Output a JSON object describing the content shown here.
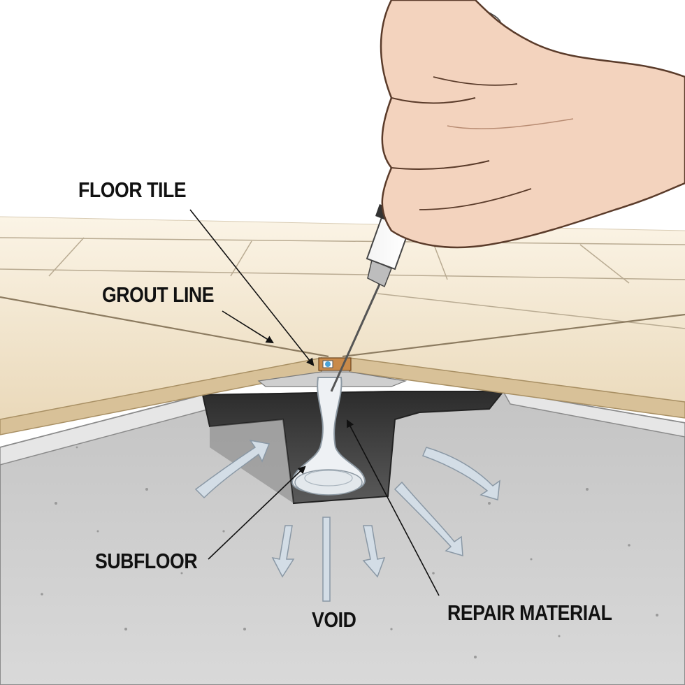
{
  "labels": {
    "floor_tile": "FLOOR TILE",
    "grout_line": "GROUT LINE",
    "subfloor": "SUBFLOOR",
    "void": "VOID",
    "repair_material": "REPAIR MATERIAL"
  },
  "colors": {
    "tile": "#eadcc0",
    "tile_edge": "#d9c39b",
    "subfloor": "#bfbfbf",
    "void": "#4a4a4a",
    "repair_material": "#e8ecef",
    "arrow": "#cdd9e4",
    "skin": "#f2d2bd",
    "text": "#111111"
  }
}
